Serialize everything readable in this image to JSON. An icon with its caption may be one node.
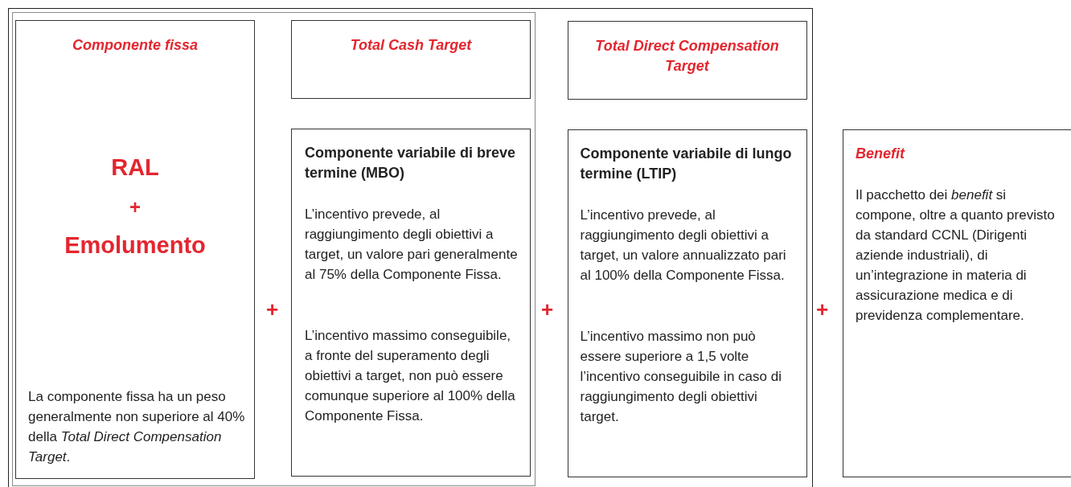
{
  "diagram": {
    "nodes": [
      {
        "text": [],
        "shape": "box"
      },
      {
        "text": [],
        "shape": "box",
        "in": 0
      },
      {
        "text": [
          "Componente fissa",
          "RAL",
          "+",
          "Emolumento",
          "La componente fissa ha un peso generalmente non superiore al 40% della *Total Direct Compensation Target*."
        ],
        "in": 1
      },
      {
        "text": [
          "Total Cash Target"
        ],
        "in": 1
      },
      {
        "text": [
          "Componente variabile di breve termine (MBO)",
          "L’incentivo prevede, al raggiungimento degli obiettivi a target, un valore pari generalmente al 75% della Componente Fissa.",
          "L’incentivo massimo conseguibile, a fronte del superamento degli obiettivi a target, non può essere comunque superiore al 100% della Componente Fissa."
        ],
        "in": 1
      },
      {
        "text": [
          "Total Direct Compensation Target"
        ],
        "in": 0
      },
      {
        "text": [
          "Componente variabile di lungo termine (LTIP)",
          "L’incentivo prevede, al raggiungimento degli obiettivi a target, un valore annualizzato pari al 100% della Componente Fissa.",
          "L’incentivo massimo non può essere superiore a 1,5 volte l’incentivo conseguibile in caso di raggiungimento degli obiettivi target."
        ],
        "in": 0
      },
      {
        "text": [
          "Benefit",
          "Il pacchetto dei *benefit* si compone, oltre a quanto previsto da standard CCNL (Dirigenti aziende industriali), di un’integrazione in materia di assicurazione medica e di previdenza complementare."
        ]
      }
    ],
    "edges": [],
    "labels": [
      "+",
      "+",
      "+"
    ]
  }
}
